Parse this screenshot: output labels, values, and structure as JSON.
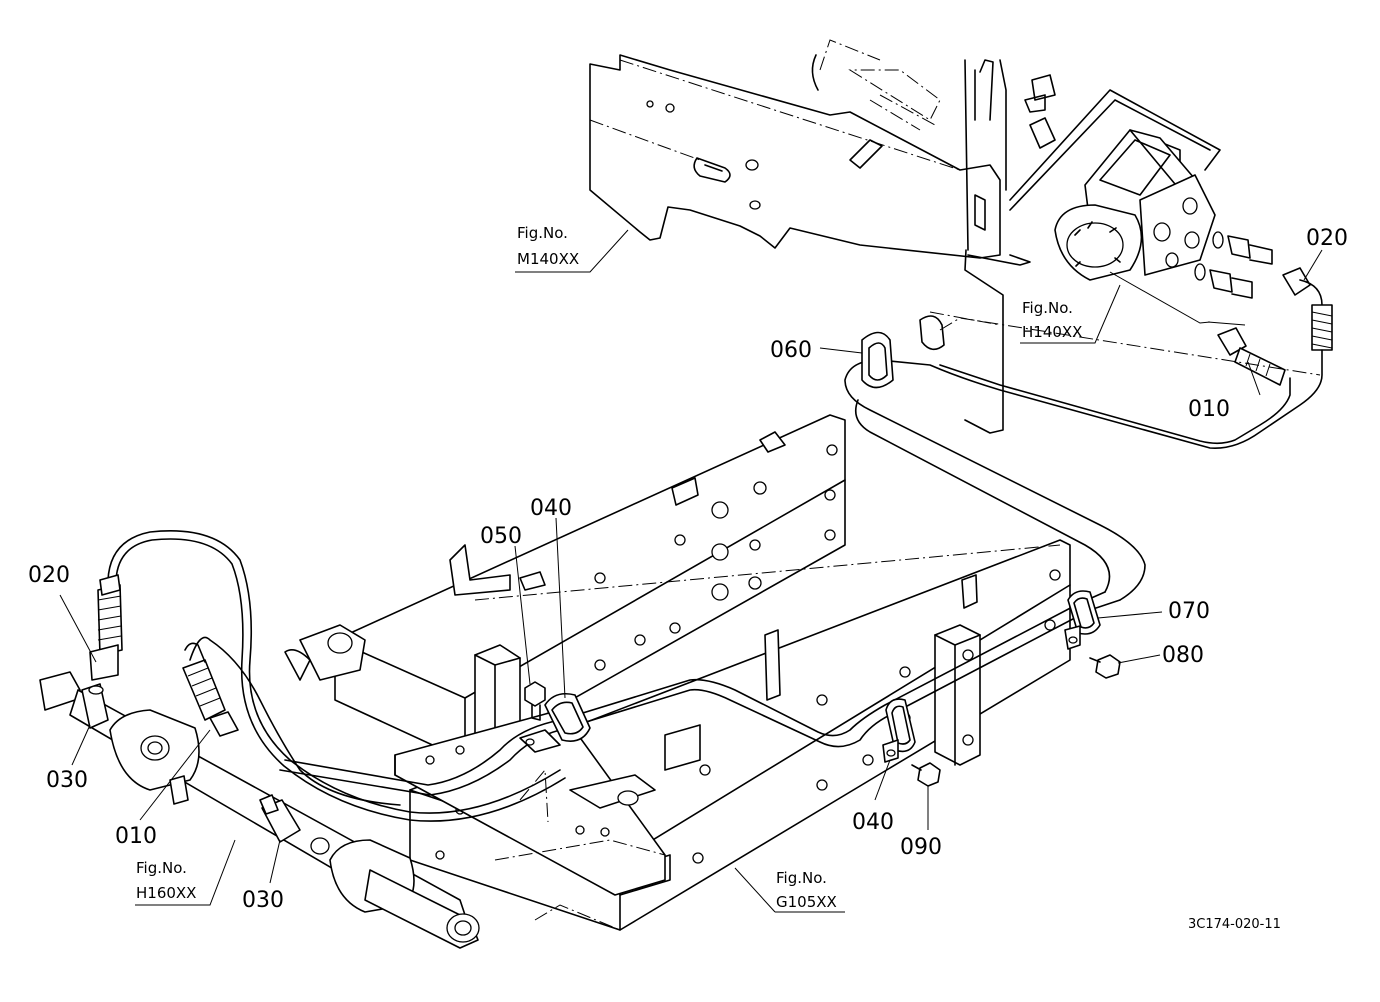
{
  "parts": {
    "p010_top": "010",
    "p020_top": "020",
    "p060": "060",
    "p040_mid": "040",
    "p050": "050",
    "p020_left": "020",
    "p030_left": "030",
    "p010_left": "010",
    "p030_bottom": "030",
    "p070": "070",
    "p080": "080",
    "p040_right": "040",
    "p090": "090"
  },
  "figures": {
    "m140": {
      "line1": "Fig.No.",
      "line2": "M140XX"
    },
    "h140": {
      "line1": "Fig.No.",
      "line2": "H140XX"
    },
    "h160": {
      "line1": "Fig.No.",
      "line2": "H160XX"
    },
    "g105": {
      "line1": "Fig.No.",
      "line2": "G105XX"
    }
  },
  "drawing_code": "3C174-020-11"
}
